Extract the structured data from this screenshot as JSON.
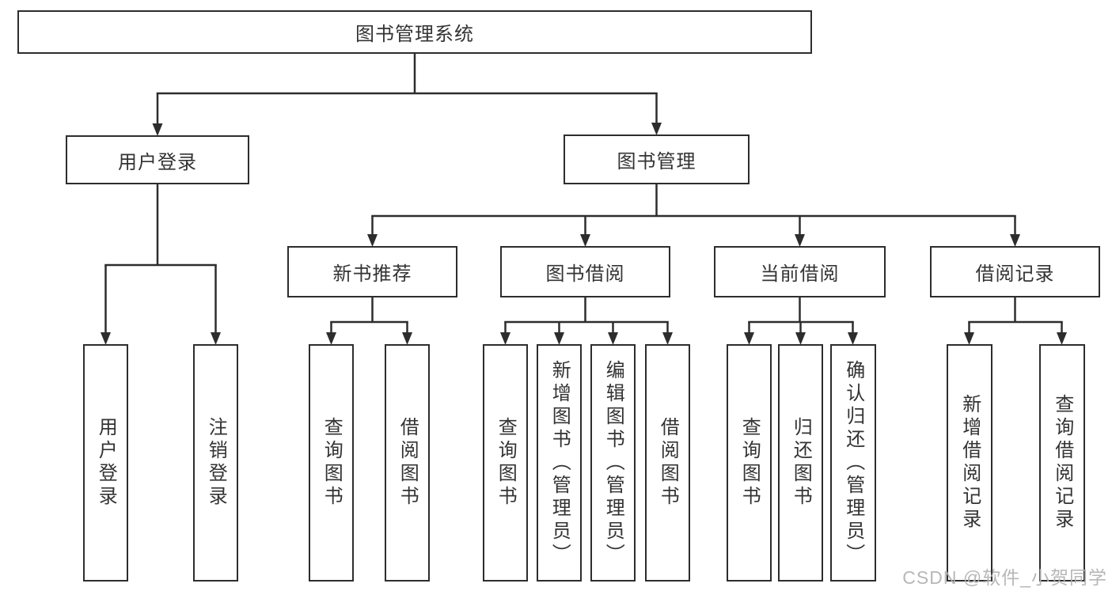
{
  "colors": {
    "line": "#2d2d2d",
    "box_border": "#2d2d2d",
    "text": "#333333",
    "watermark": "#b1b1b1",
    "background": "#ffffff"
  },
  "watermark": {
    "text": "CSDN @软件_小贺同学"
  },
  "tree": {
    "root": {
      "label": "图书管理系统"
    },
    "children": [
      {
        "label": "用户登录",
        "children": [
          {
            "label": "用户登录"
          },
          {
            "label": "注销登录"
          }
        ]
      },
      {
        "label": "图书管理",
        "children": [
          {
            "label": "新书推荐",
            "children": [
              {
                "label": "查询图书"
              },
              {
                "label": "借阅图书"
              }
            ]
          },
          {
            "label": "图书借阅",
            "children": [
              {
                "label": "查询图书"
              },
              {
                "label": "新增图书（管理员）"
              },
              {
                "label": "编辑图书（管理员）"
              },
              {
                "label": "借阅图书"
              }
            ]
          },
          {
            "label": "当前借阅",
            "children": [
              {
                "label": "查询图书"
              },
              {
                "label": "归还图书"
              },
              {
                "label": "确认归还（管理员）"
              }
            ]
          },
          {
            "label": "借阅记录",
            "children": [
              {
                "label": "新增借阅记录"
              },
              {
                "label": "查询借阅记录"
              }
            ]
          }
        ]
      }
    ]
  }
}
